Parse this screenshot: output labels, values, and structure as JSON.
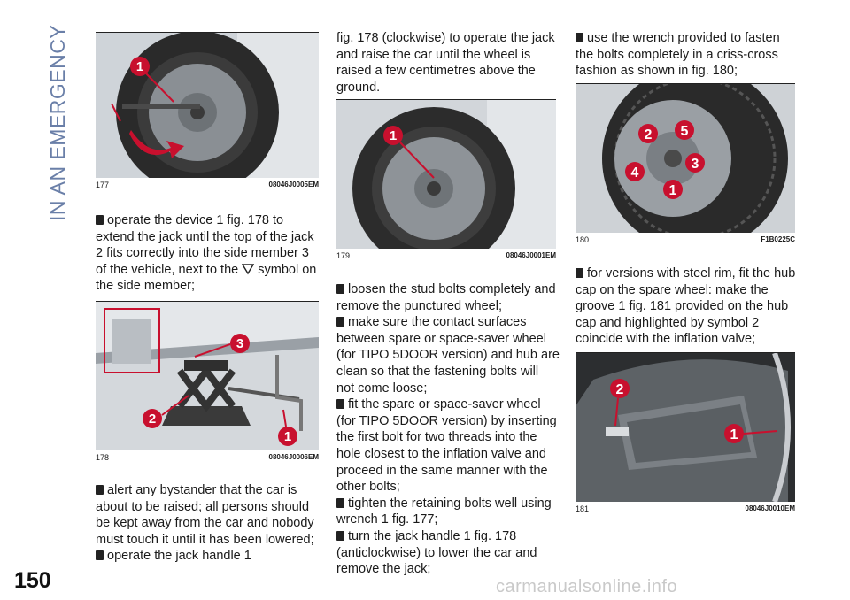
{
  "section_title": "IN AN EMERGENCY",
  "page_number": "150",
  "watermark": "carmanualsonline.info",
  "figures": {
    "f177": {
      "number": "177",
      "code": "08046J0005EM",
      "callouts": [
        "1"
      ]
    },
    "f178": {
      "number": "178",
      "code": "08046J0006EM",
      "callouts": [
        "3",
        "2",
        "1"
      ]
    },
    "f179": {
      "number": "179",
      "code": "08046J0001EM",
      "callouts": [
        "1"
      ]
    },
    "f180": {
      "number": "180",
      "code": "F1B0225C",
      "callouts": [
        "2",
        "5",
        "3",
        "4",
        "1"
      ]
    },
    "f181": {
      "number": "181",
      "code": "08046J0010EM",
      "callouts": [
        "2",
        "1"
      ]
    }
  },
  "col1": {
    "b1_part1": "operate the device 1 fig. 178 to extend the jack until the top of the jack 2 fits correctly into the side member 3 of the vehicle, next to the",
    "b1_part2": "symbol on the side member;",
    "b2": "alert any bystander that the car is about to be raised; all persons should be kept away from the car and nobody must touch it until it has been lowered;",
    "b3": "operate the jack handle 1"
  },
  "col2": {
    "cont": "fig. 178 (clockwise) to operate the jack and raise the car until the wheel is raised a few centimetres above the ground.",
    "b1": "loosen the stud bolts completely and remove the punctured wheel;",
    "b2": "make sure the contact surfaces between spare or space-saver wheel (for TIPO 5DOOR version) and hub are clean so that the fastening bolts will not come loose;",
    "b3": "fit the spare or space-saver wheel (for TIPO 5DOOR version) by inserting the first bolt for two threads into the hole closest to the inflation valve and proceed in the same manner with the other bolts;",
    "b4": "tighten the retaining bolts well using wrench 1 fig. 177;",
    "b5": "turn the jack handle 1 fig. 178 (anticlockwise) to lower the car and remove the jack;"
  },
  "col3": {
    "b1": "use the wrench provided to fasten the bolts completely in a criss-cross fashion as shown in fig. 180;",
    "b2": "for versions with steel rim, fit the hub cap on the spare wheel: make the groove 1 fig. 181 provided on the hub cap and highlighted by symbol 2 coincide with the inflation valve;"
  },
  "colors": {
    "callout": "#c8102e",
    "section_title": "#6a7fa8"
  }
}
